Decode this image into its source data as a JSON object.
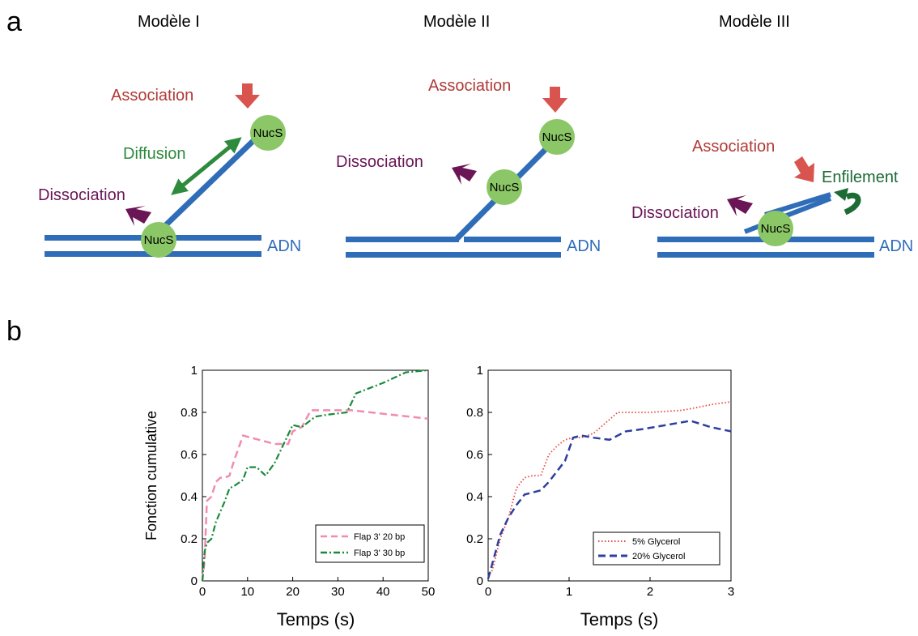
{
  "panels": {
    "a": "a",
    "b": "b"
  },
  "models": {
    "m1": {
      "title": "Modèle I",
      "association": "Association",
      "diffusion": "Diffusion",
      "dissociation": "Dissociation",
      "nucs": "NucS",
      "dna": "ADN"
    },
    "m2": {
      "title": "Modèle II",
      "association": "Association",
      "dissociation": "Dissociation",
      "nucs": "NucS",
      "dna": "ADN"
    },
    "m3": {
      "title": "Modèle III",
      "association": "Association",
      "enfilement": "Enfilement",
      "dissociation": "Dissociation",
      "nucs": "NucS",
      "dna": "ADN"
    }
  },
  "colors": {
    "dna": "#2f6db8",
    "nucs": "#8bc766",
    "association": "#d9534f",
    "dissociation": "#6a1555",
    "diffusion": "#2e8b3e",
    "enfilement": "#1d6b35"
  },
  "chart_data": [
    {
      "type": "line",
      "xlabel": "Temps (s)",
      "ylabel": "Fonction cumulative",
      "xlim": [
        0,
        50
      ],
      "ylim": [
        0,
        1
      ],
      "xticks": [
        "0",
        "10",
        "20",
        "30",
        "40",
        "50"
      ],
      "yticks": [
        "0",
        "0.2",
        "0.4",
        "0.6",
        "0.8",
        "1"
      ],
      "legend_position": "bottom-right",
      "series": [
        {
          "name": "Flap 3' 20 bp",
          "color": "#f08cb0",
          "dash": "dashed",
          "x": [
            0,
            0.5,
            1,
            2,
            3,
            4,
            5,
            6,
            7,
            9,
            16,
            19,
            20,
            22,
            24,
            33,
            50
          ],
          "y": [
            0,
            0.1,
            0.38,
            0.4,
            0.47,
            0.49,
            0.49,
            0.5,
            0.57,
            0.69,
            0.65,
            0.65,
            0.71,
            0.73,
            0.81,
            0.81,
            0.77
          ]
        },
        {
          "name": "Flap 3' 30 bp",
          "color": "#1a8a3a",
          "dash": "dashdot",
          "x": [
            0,
            0.5,
            1,
            2,
            3,
            4,
            5,
            6,
            7,
            9,
            10,
            12,
            14,
            16,
            18,
            20,
            22,
            25,
            28,
            32,
            34,
            40,
            45,
            50
          ],
          "y": [
            0,
            0.14,
            0.18,
            0.2,
            0.28,
            0.33,
            0.38,
            0.44,
            0.45,
            0.48,
            0.54,
            0.54,
            0.5,
            0.56,
            0.65,
            0.74,
            0.73,
            0.78,
            0.79,
            0.8,
            0.89,
            0.94,
            0.99,
            1.0
          ]
        }
      ]
    },
    {
      "type": "line",
      "xlabel": "Temps (s)",
      "ylabel": "",
      "xlim": [
        0,
        3
      ],
      "ylim": [
        0,
        1
      ],
      "xticks": [
        "0",
        "1",
        "2",
        "3"
      ],
      "yticks": [
        "0",
        "0.2",
        "0.4",
        "0.6",
        "0.8",
        "1"
      ],
      "legend_position": "bottom-right",
      "series": [
        {
          "name": "5% Glycerol",
          "color": "#e8473f",
          "dash": "dotted",
          "x": [
            0,
            0.05,
            0.15,
            0.25,
            0.35,
            0.45,
            0.55,
            0.65,
            0.75,
            0.85,
            0.95,
            1.05,
            1.15,
            1.3,
            1.45,
            1.6,
            1.8,
            2.0,
            2.4,
            2.8,
            3.0
          ],
          "y": [
            0.02,
            0.05,
            0.2,
            0.3,
            0.44,
            0.49,
            0.5,
            0.5,
            0.6,
            0.64,
            0.67,
            0.68,
            0.68,
            0.7,
            0.75,
            0.8,
            0.8,
            0.8,
            0.81,
            0.84,
            0.85
          ]
        },
        {
          "name": "20% Glycerol",
          "color": "#2e3f9e",
          "dash": "dashed",
          "x": [
            0,
            0.05,
            0.15,
            0.25,
            0.35,
            0.45,
            0.55,
            0.65,
            0.75,
            0.85,
            0.95,
            1.05,
            1.15,
            1.3,
            1.5,
            1.7,
            1.9,
            2.2,
            2.5,
            2.75,
            3.0
          ],
          "y": [
            0.01,
            0.08,
            0.22,
            0.3,
            0.36,
            0.41,
            0.42,
            0.43,
            0.47,
            0.52,
            0.57,
            0.68,
            0.69,
            0.68,
            0.67,
            0.71,
            0.72,
            0.74,
            0.76,
            0.73,
            0.71
          ]
        }
      ]
    }
  ]
}
